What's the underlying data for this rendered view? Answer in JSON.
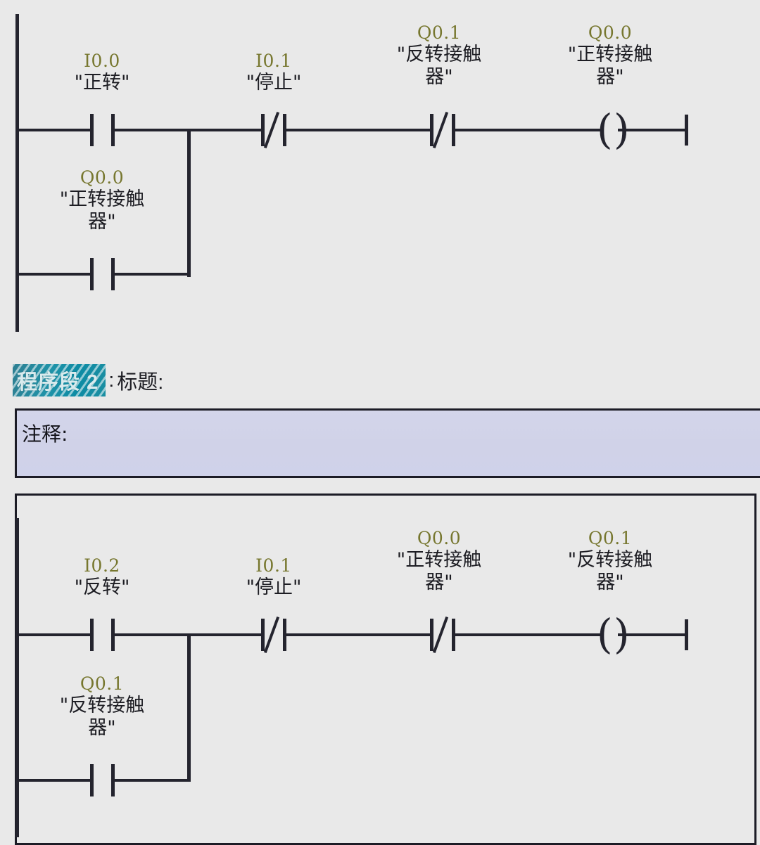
{
  "editor": {
    "background_color": "#e9e9e9",
    "address_color": "#77772f",
    "line_color": "#24242e",
    "selection_color": "#1f93a8",
    "comment_bg_color": "#d0d2e8"
  },
  "networks": [
    {
      "id": "network-1",
      "framed": false,
      "rungs": [
        {
          "id": "rung-1-main",
          "elements": [
            {
              "kind": "contact-no",
              "address": "I0.0",
              "symbol": "\"正转\""
            },
            {
              "kind": "contact-nc",
              "address": "I0.1",
              "symbol": "\"停止\""
            },
            {
              "kind": "contact-nc",
              "address": "Q0.1",
              "symbol": "\"反转接触\n器\""
            },
            {
              "kind": "coil",
              "address": "Q0.0",
              "symbol": "\"正转接触\n器\""
            }
          ]
        },
        {
          "id": "rung-1-branch",
          "elements": [
            {
              "kind": "contact-no",
              "address": "Q0.0",
              "symbol": "\"正转接触\n器\""
            }
          ]
        }
      ]
    },
    {
      "id": "network-2",
      "framed": true,
      "header": {
        "selected_label": "程序段 2",
        "separator": ":",
        "title_label": "标题:"
      },
      "comment": {
        "label": "注释:",
        "value": "",
        "placeholder": "注释:"
      },
      "rungs": [
        {
          "id": "rung-2-main",
          "elements": [
            {
              "kind": "contact-no",
              "address": "I0.2",
              "symbol": "\"反转\""
            },
            {
              "kind": "contact-nc",
              "address": "I0.1",
              "symbol": "\"停止\""
            },
            {
              "kind": "contact-nc",
              "address": "Q0.0",
              "symbol": "\"正转接触\n器\""
            },
            {
              "kind": "coil",
              "address": "Q0.1",
              "symbol": "\"反转接触\n器\""
            }
          ]
        },
        {
          "id": "rung-2-branch",
          "elements": [
            {
              "kind": "contact-no",
              "address": "Q0.1",
              "symbol": "\"反转接触\n器\""
            }
          ]
        }
      ]
    }
  ]
}
